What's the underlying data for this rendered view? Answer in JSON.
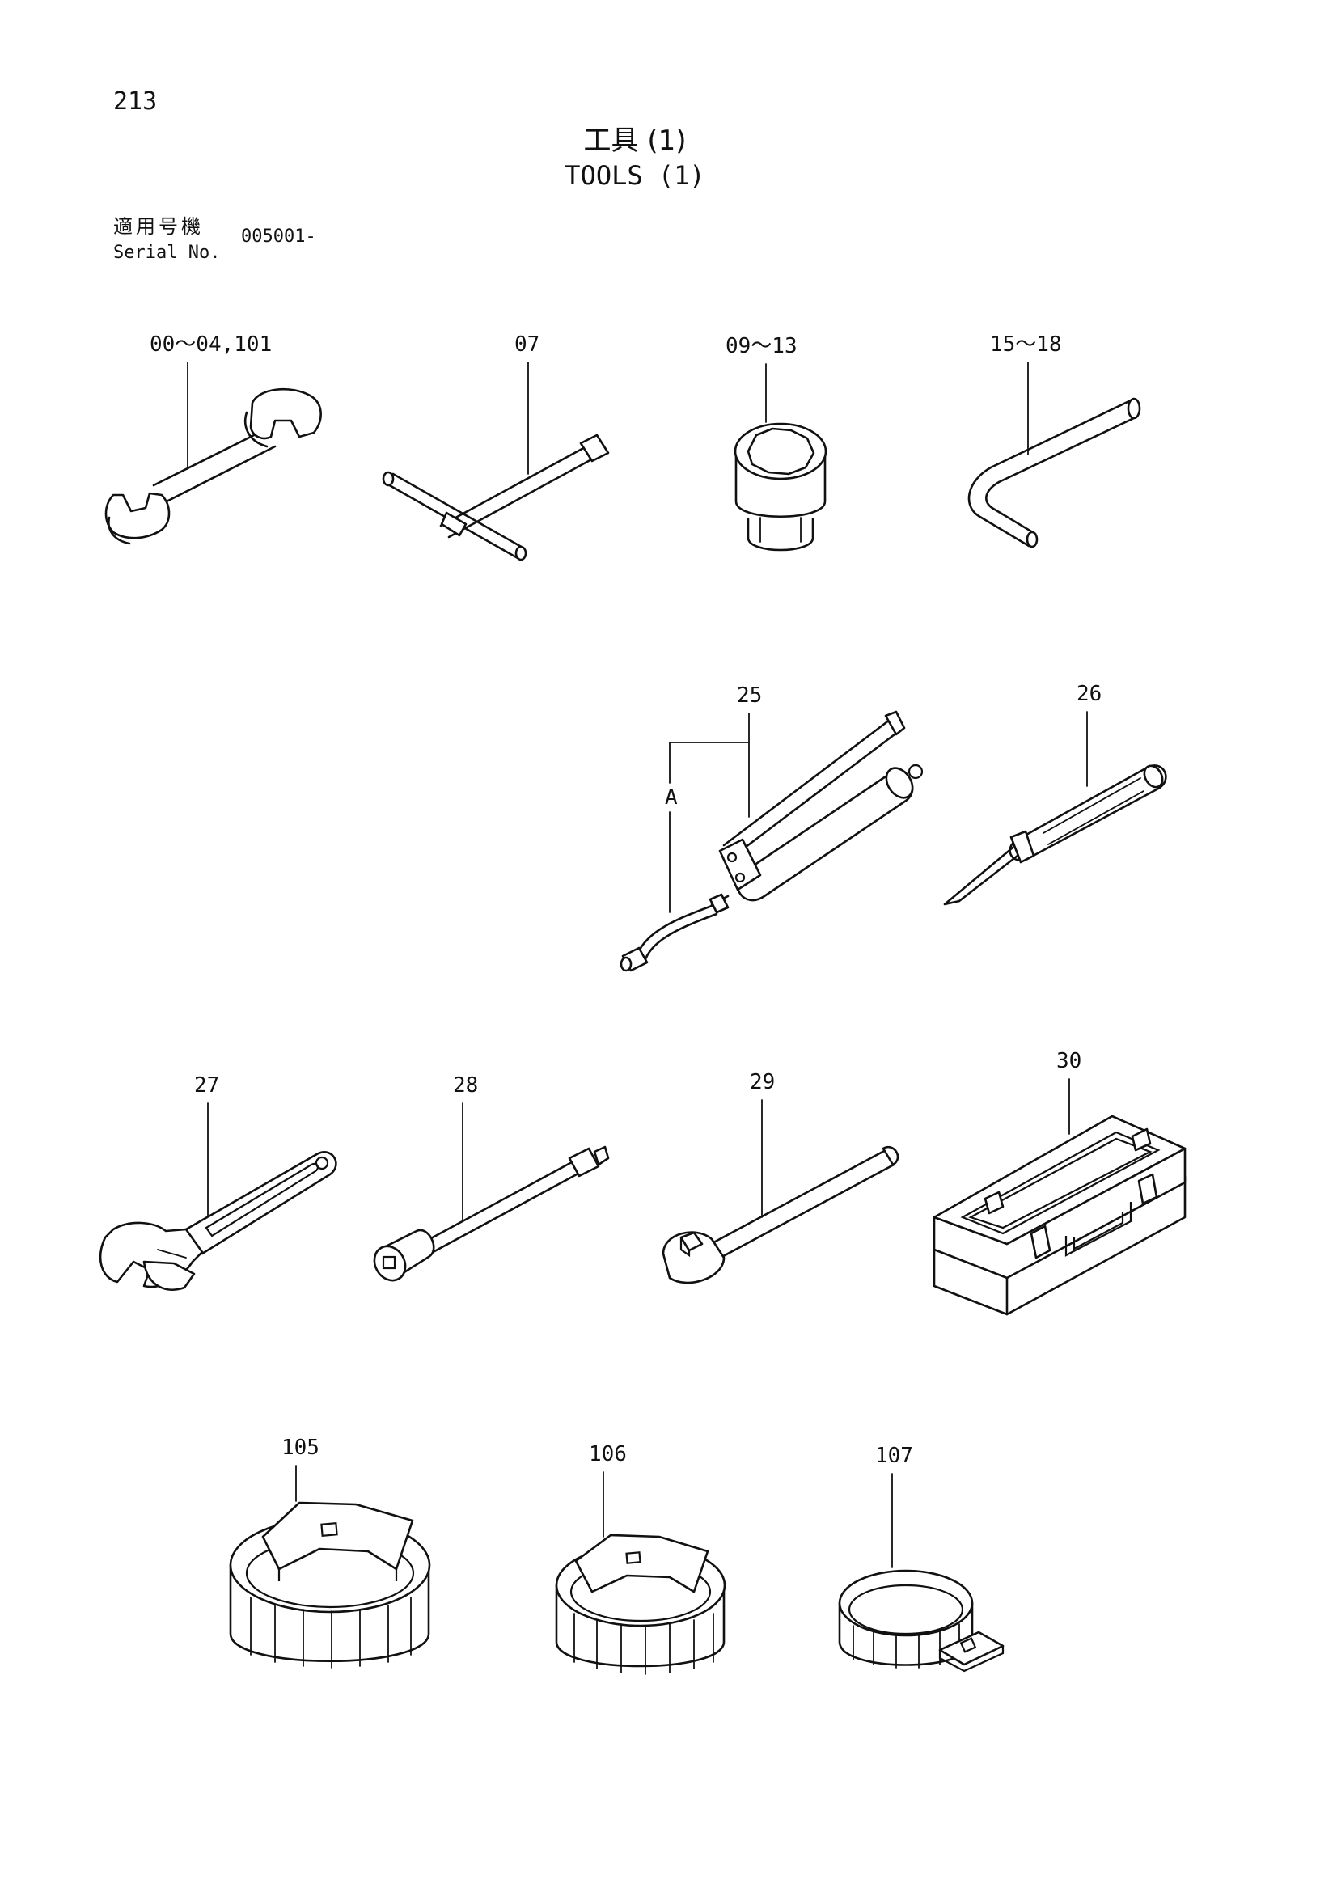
{
  "page_number": "213",
  "title_jp": "工具 (1)",
  "title_en": "TOOLS (1)",
  "serial": {
    "label_jp": "適用号機",
    "label_en": "Serial No.",
    "value": "005001-"
  },
  "callouts": {
    "wrench": "00～04,101",
    "t_wrench": "07",
    "socket": "09～13",
    "hex_key": "15～18",
    "grease_gun": "25",
    "grease_gun_sub": "A",
    "screwdriver": "26",
    "adjustable_wrench": "27",
    "extension_bar": "28",
    "ratchet_handle": "29",
    "tool_box": "30",
    "filter_wrench_large": "105",
    "filter_wrench_medium": "106",
    "filter_wrench_strap": "107"
  }
}
